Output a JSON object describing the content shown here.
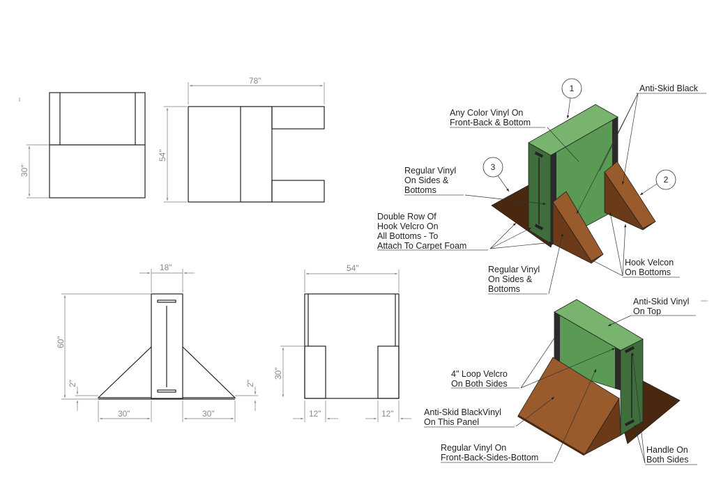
{
  "dimensions": {
    "front_height": "30\"",
    "top_width": "78\"",
    "top_depth": "54\"",
    "side_top_width": "18\"",
    "side_height": "60\"",
    "side_base_left": "2\"",
    "side_base_right": "2\"",
    "side_wing_left": "30\"",
    "side_wing_right": "30\"",
    "rear_width": "54\"",
    "rear_height": "30\"",
    "rear_block_left": "12\"",
    "rear_block_right": "12\"",
    "units": "inches"
  },
  "balloons": [
    "1",
    "2",
    "3"
  ],
  "callouts": {
    "any_color_vinyl": [
      "Any Color Vinyl On",
      "Front-Back & Bottom"
    ],
    "anti_skid_black": [
      "Anti-Skid Black"
    ],
    "regular_vinyl_upper": [
      "Regular Vinyl",
      "On Sides &",
      "Bottoms"
    ],
    "double_row_velcro": [
      "Double Row Of",
      "Hook Velcro On",
      "All Bottoms - To",
      "Attach To Carpet Foam"
    ],
    "regular_vinyl_lower": [
      "Regular Vinyl",
      "On Sides &",
      "Bottoms"
    ],
    "hook_velcon": [
      "Hook Velcon",
      "On Bottoms"
    ],
    "anti_skid_vinyl_top": [
      "Anti-Skid Vinyl",
      "On Top"
    ],
    "loop_velcro": [
      "4\" Loop Velcro",
      "On Both Sides"
    ],
    "anti_skid_black_vinyl_panel": [
      "Anti-Skid BlackVinyl",
      "On This Panel"
    ],
    "regular_vinyl_all": [
      "Regular Vinyl On",
      "Front-Back-Sides-Bottom"
    ],
    "handle": [
      "Handle On",
      "Both Sides"
    ]
  },
  "colors": {
    "green_top": "#79b46e",
    "green_face": "#5a9a55",
    "green_side": "#3f6e3c",
    "black_strip": "#2b2b2b",
    "brown_slope": "#9a5b2c",
    "brown_side": "#6b3a18",
    "brown_dark": "#4a2810"
  }
}
